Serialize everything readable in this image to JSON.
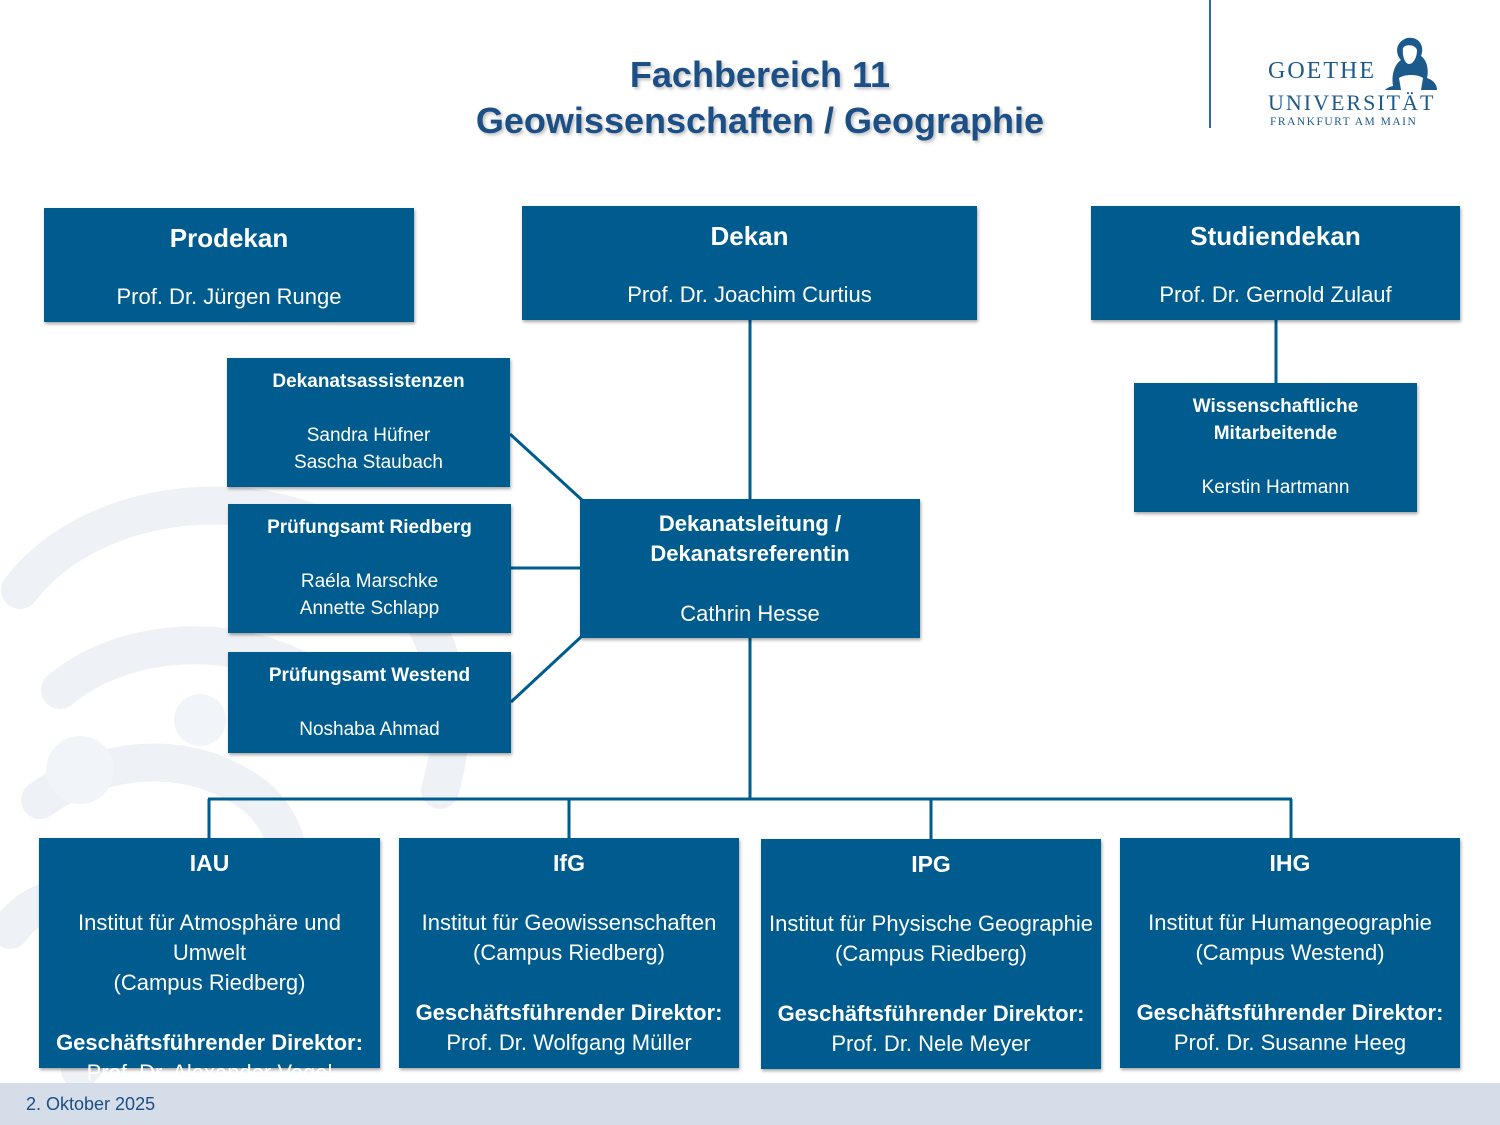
{
  "title": {
    "line1": "Fachbereich 11",
    "line2": "Geowissenschaften / Geographie"
  },
  "logo": {
    "line1": "GOETHE",
    "line2": "UNIVERSITÄT",
    "line3": "FRANKFURT AM MAIN"
  },
  "leadership": {
    "prodekan": {
      "role": "Prodekan",
      "name": "Prof. Dr. Jürgen Runge"
    },
    "dekan": {
      "role": "Dekan",
      "name": "Prof. Dr. Joachim Curtius"
    },
    "studiendekan": {
      "role": "Studiendekan",
      "name": "Prof. Dr. Gernold Zulauf"
    }
  },
  "staff": {
    "dekanatsassistenzen": {
      "role": "Dekanatsassistenzen",
      "names": [
        "Sandra Hüfner",
        "Sascha Staubach"
      ]
    },
    "pruefungsamt_riedberg": {
      "role": "Prüfungsamt Riedberg",
      "names": [
        "Raéla Marschke",
        "Annette Schlapp"
      ]
    },
    "pruefungsamt_westend": {
      "role": "Prüfungsamt Westend",
      "names": [
        "Noshaba Ahmad"
      ]
    },
    "wiss_mitarbeitende": {
      "role_line1": "Wissenschaftliche",
      "role_line2": "Mitarbeitende",
      "name": "Kerstin Hartmann"
    },
    "dekanatsleitung": {
      "role_line1": "Dekanatsleitung /",
      "role_line2": "Dekanatsreferentin",
      "name": "Cathrin Hesse"
    }
  },
  "institutes": [
    {
      "abbr": "IAU",
      "name": "Institut für Atmosphäre und Umwelt",
      "campus": "(Campus Riedberg)",
      "director_label": "Geschäftsführender Direktor:",
      "director": "Prof. Dr. Alexander Vogel"
    },
    {
      "abbr": "IfG",
      "name": "Institut für Geowissenschaften",
      "campus": "(Campus Riedberg)",
      "director_label": "Geschäftsführender Direktor:",
      "director": "Prof. Dr. Wolfgang Müller"
    },
    {
      "abbr": "IPG",
      "name": "Institut für Physische Geographie",
      "campus": "(Campus Riedberg)",
      "director_label": "Geschäftsführender Direktor:",
      "director": "Prof. Dr. Nele Meyer"
    },
    {
      "abbr": "IHG",
      "name": "Institut für Humangeographie",
      "campus": "(Campus Westend)",
      "director_label": "Geschäftsführender Direktor:",
      "director": "Prof. Dr. Susanne Heeg"
    }
  ],
  "footer": {
    "date": "2. Oktober 2025"
  },
  "colors": {
    "box": "#005c8e",
    "title": "#1c4f86",
    "footer_bg": "#d5dde8"
  }
}
